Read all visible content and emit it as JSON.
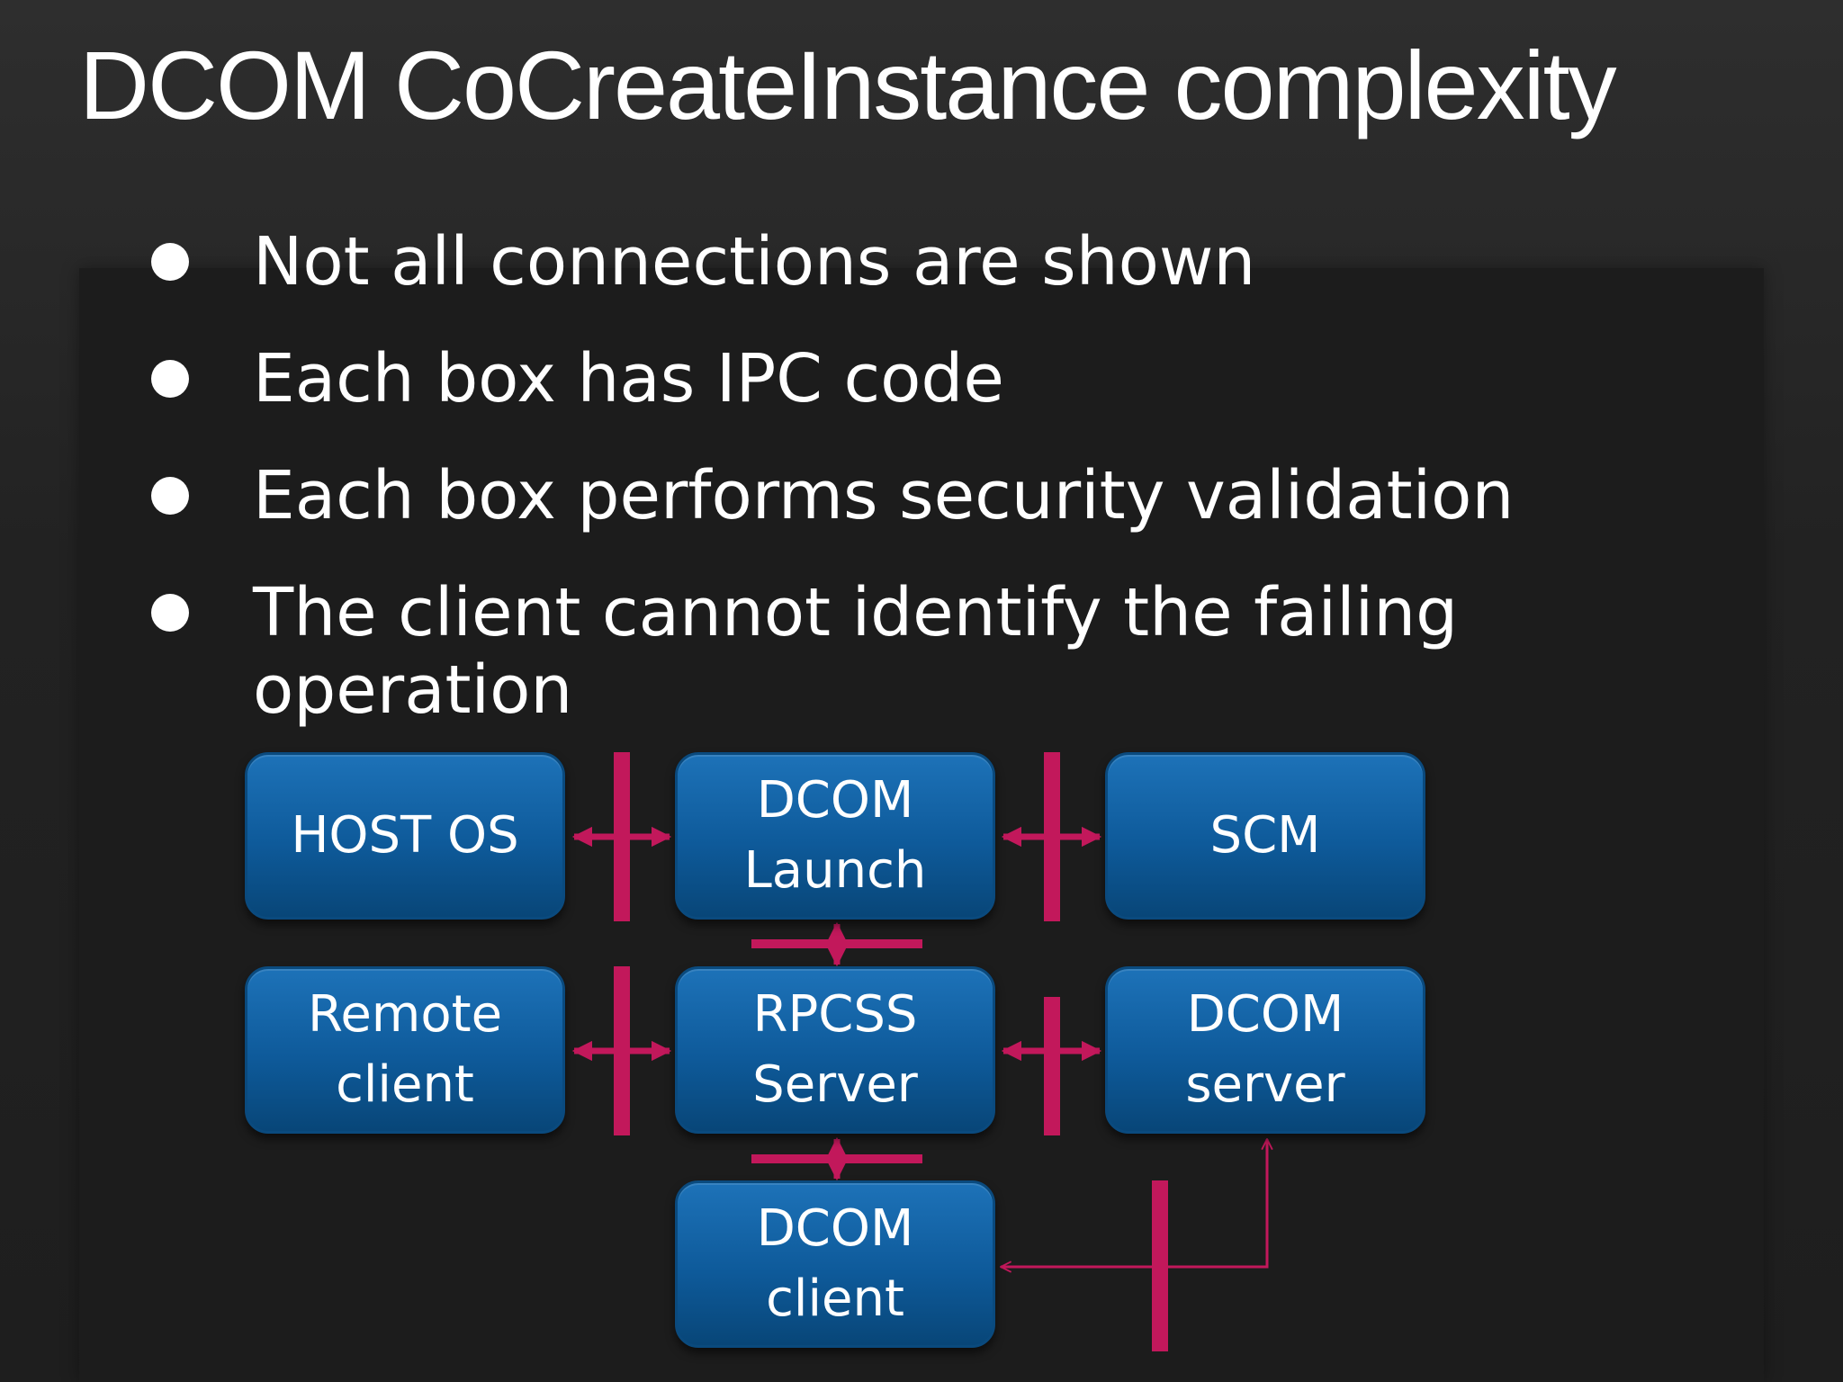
{
  "slide": {
    "title": "DCOM CoCreateInstance complexity",
    "bullets": [
      {
        "text": "Not all connections are shown"
      },
      {
        "text": "Each box has IPC code"
      },
      {
        "text": "Each box performs security validation"
      },
      {
        "text": "The client cannot identify the failing operation"
      }
    ]
  },
  "diagram": {
    "boxes": {
      "host_os": "HOST OS",
      "dcom_launch": "DCOM\nLaunch",
      "scm": "SCM",
      "remote_client": "Remote\nclient",
      "rpcss_server": "RPCSS\nServer",
      "dcom_server": "DCOM\nserver",
      "dcom_client": "DCOM\nclient"
    }
  },
  "colors": {
    "background": "#262626",
    "panel": "#1c1c1c",
    "box_fill": "#0e5a9a",
    "connector": "#c2185b",
    "text": "#ffffff"
  },
  "icons": {
    "bullet": "filled-circle"
  }
}
